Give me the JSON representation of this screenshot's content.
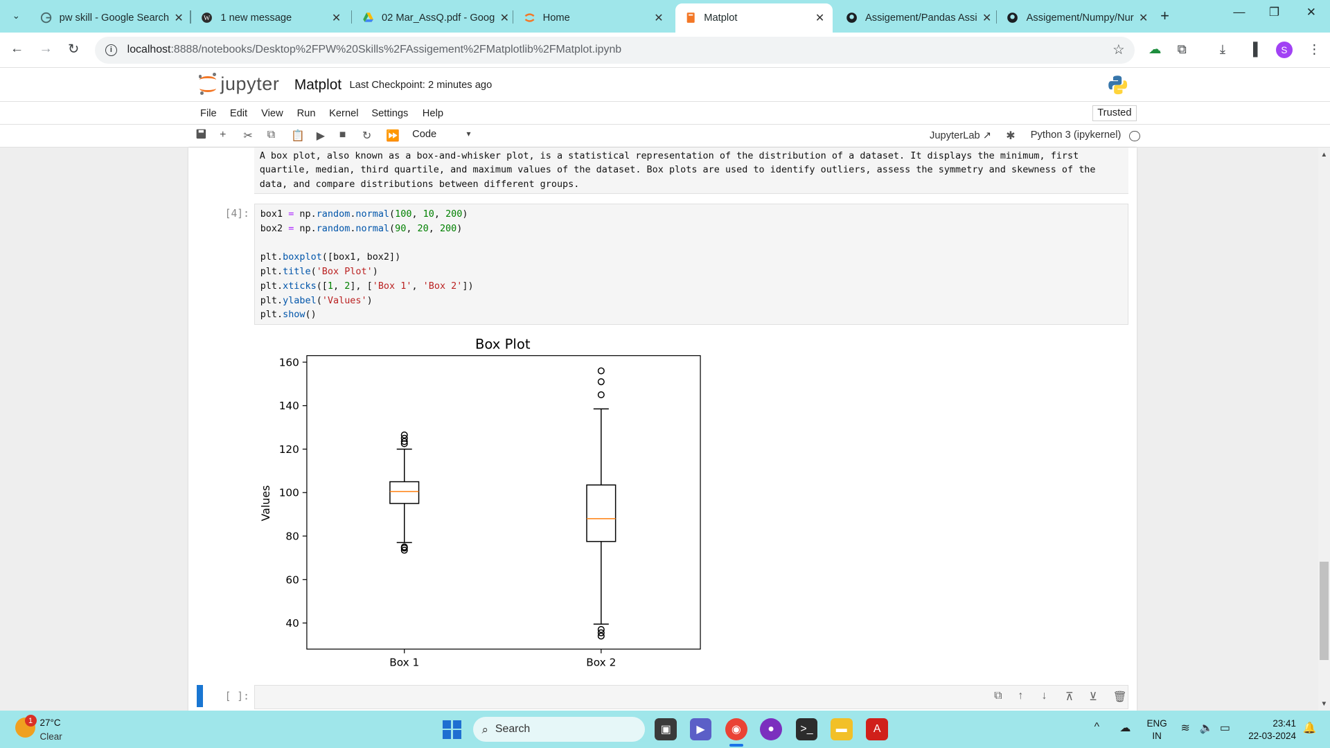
{
  "browser": {
    "tabs": [
      {
        "title": "pw skill - Google Search",
        "icon": "google-icon"
      },
      {
        "title": "1 new message",
        "icon": "wordpress-icon"
      },
      {
        "title": "02 Mar_AssQ.pdf - Goog",
        "icon": "google-drive-icon"
      },
      {
        "title": "Home",
        "icon": "jupyter-icon"
      },
      {
        "title": "Matplot",
        "icon": "jupyter-notebook-icon",
        "active": true
      },
      {
        "title": "Assigement/Pandas Assi",
        "icon": "github-icon"
      },
      {
        "title": "Assigement/Numpy/Nur",
        "icon": "github-icon"
      }
    ],
    "url_host": "localhost",
    "url_path": ":8888/notebooks/Desktop%2FPW%20Skills%2FAssigement%2FMatplotlib%2FMatplot.ipynb",
    "profile_initial": "S"
  },
  "jupyter": {
    "logo_text": "jupyter",
    "notebook_name": "Matplot",
    "checkpoint": "Last Checkpoint: 2 minutes ago",
    "menu": [
      "File",
      "Edit",
      "View",
      "Run",
      "Kernel",
      "Settings",
      "Help"
    ],
    "trusted": "Trusted",
    "cell_type": "Code",
    "jupyterlab_link": "JupyterLab",
    "kernel_name": "Python 3 (ipykernel)"
  },
  "markdown_cell": {
    "lines": [
      "A box plot, also known as a box-and-whisker plot, is a statistical representation of the distribution of a dataset. It displays the minimum, first",
      "quartile, median, third quartile, and maximum values of the dataset. Box plots are used to identify outliers, assess the symmetry and skewness of the",
      "data, and compare distributions between different groups."
    ]
  },
  "code_cell": {
    "prompt": "[4]:",
    "lines": [
      "box1 = np.random.normal(100, 10, 200)",
      "box2 = np.random.normal(90, 20, 200)",
      "",
      "plt.boxplot([box1, box2])",
      "plt.title('Box Plot')",
      "plt.xticks([1, 2], ['Box 1', 'Box 2'])",
      "plt.ylabel('Values')",
      "plt.show()"
    ]
  },
  "empty_cell": {
    "prompt": "[ ]:"
  },
  "chart_data": {
    "type": "box",
    "title": "Box Plot",
    "xlabel": "",
    "ylabel": "Values",
    "categories": [
      "Box 1",
      "Box 2"
    ],
    "ylim": [
      28,
      163
    ],
    "yticks": [
      40,
      60,
      80,
      100,
      120,
      140,
      160
    ],
    "grid": false,
    "boxes": [
      {
        "name": "Box 1",
        "whisker_low": 77,
        "q1": 95,
        "median": 100.5,
        "q3": 105,
        "whisker_high": 120,
        "outliers": [
          73.5,
          74.5,
          75,
          122.5,
          123.5,
          125,
          126.5
        ]
      },
      {
        "name": "Box 2",
        "whisker_low": 39.5,
        "q1": 77.5,
        "median": 88,
        "q3": 103.5,
        "whisker_high": 138.5,
        "outliers": [
          34,
          35.5,
          37,
          145,
          151,
          156
        ]
      }
    ],
    "colors": {
      "box": "#000000",
      "median": "#ff7f0e"
    }
  },
  "taskbar": {
    "weather_temp": "27°C",
    "weather_desc": "Clear",
    "weather_badge": "1",
    "search_placeholder": "Search",
    "lang_line1": "ENG",
    "lang_line2": "IN",
    "time": "23:41",
    "date": "22-03-2024"
  }
}
